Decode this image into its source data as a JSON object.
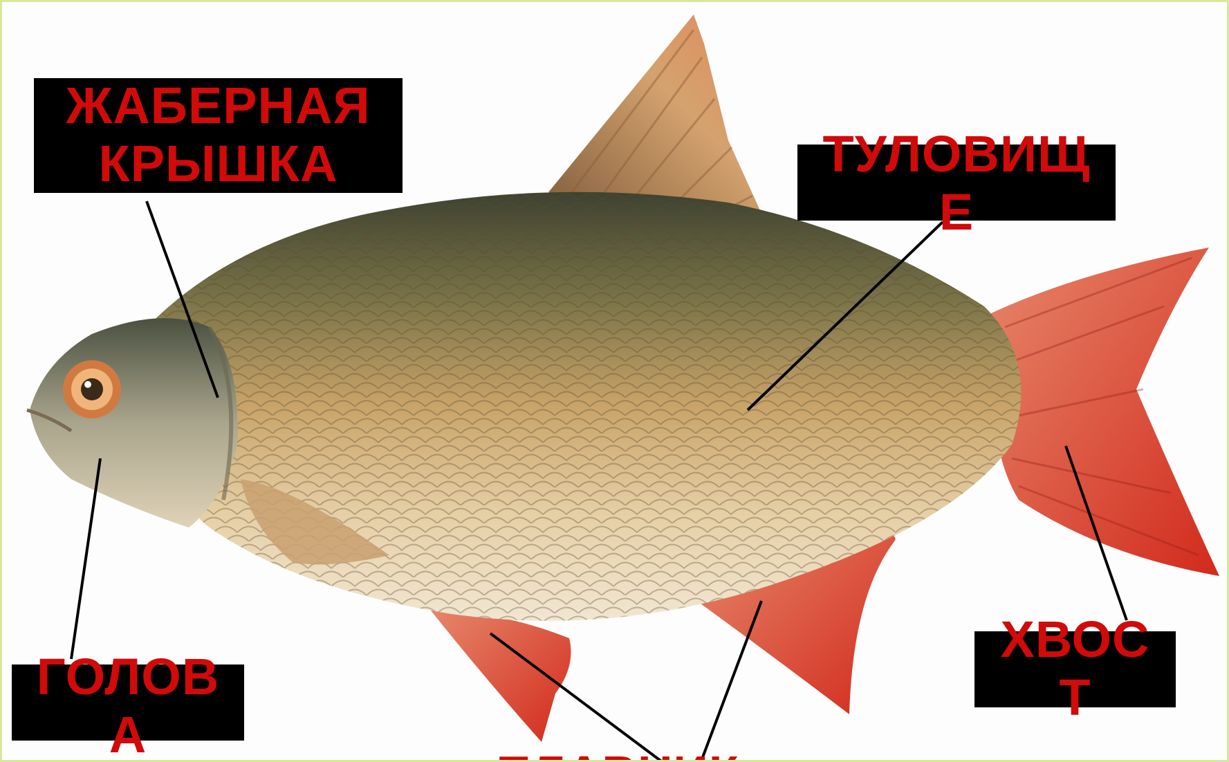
{
  "colors": {
    "label_background": "#000000",
    "label_text": "#d10a0a",
    "leader_line": "#000000",
    "frame_border": "#d7e89a",
    "fin_red": "#d8392a",
    "body_gold": "#c9a469",
    "back_dark": "#4f5236"
  },
  "labels": {
    "gill_cover_line1": "ЖАБЕРНАЯ",
    "gill_cover_line2": "КРЫШКА",
    "trunk_line1": "ТУЛОВИЩ",
    "trunk_line2": "Е",
    "head_line1": "ГОЛОВ",
    "head_line2": "А",
    "tail_line1": "ХВОС",
    "tail_line2": "Т",
    "fin": "ПЛАВНИК"
  }
}
